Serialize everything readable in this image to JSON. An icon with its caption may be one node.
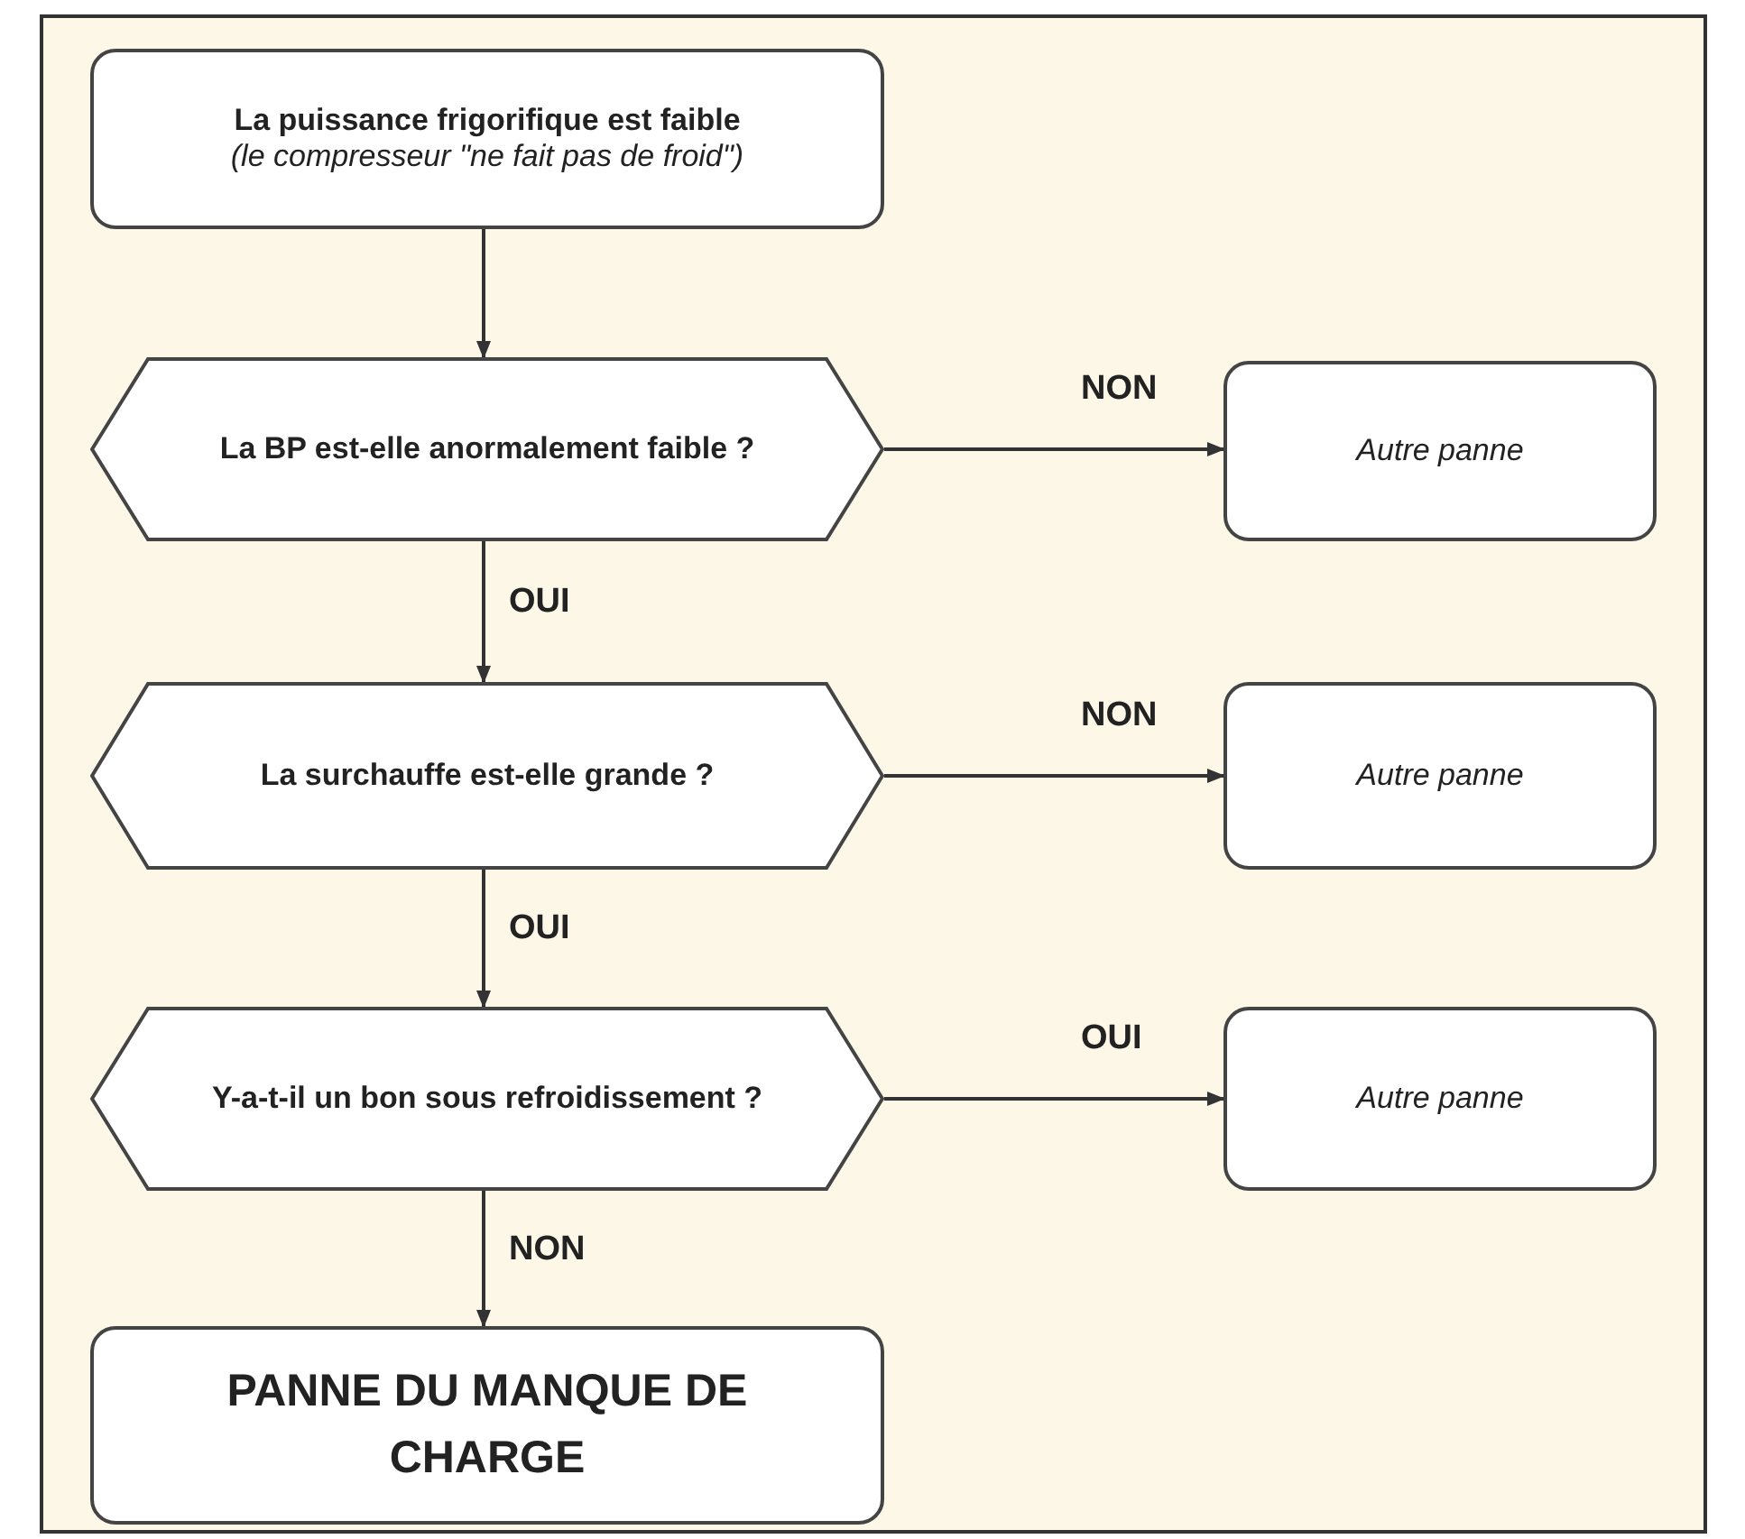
{
  "diagram": {
    "nodes": [
      {
        "text": [
          "La puissance frigorifique est faible",
          "(le compresseur \"ne fait pas de froid\")"
        ]
      },
      {
        "text": [
          "La BP est-elle anormalement faible ?"
        ]
      },
      {
        "text": [
          "Autre panne"
        ]
      },
      {
        "text": [
          "La surchauffe est-elle grande ?"
        ]
      },
      {
        "text": [
          "Autre panne"
        ]
      },
      {
        "text": [
          "Y-a-t-il un bon sous refroidissement ?"
        ]
      },
      {
        "text": [
          "Autre panne"
        ]
      },
      {
        "text": [
          "PANNE DU MANQUE DE CHARGE"
        ]
      }
    ],
    "edges": [
      {
        "from": 0,
        "to": 1,
        "arrow": "to"
      },
      {
        "from": 1,
        "to": 2,
        "arrow": "to",
        "label": "NON"
      },
      {
        "from": 1,
        "to": 3,
        "arrow": "to",
        "label": "OUI"
      },
      {
        "from": 3,
        "to": 4,
        "arrow": "to",
        "label": "NON"
      },
      {
        "from": 3,
        "to": 5,
        "arrow": "to",
        "label": "OUI"
      },
      {
        "from": 5,
        "to": 6,
        "arrow": "to",
        "label": "OUI"
      },
      {
        "from": 5,
        "to": 7,
        "arrow": "to",
        "label": "NON"
      }
    ]
  }
}
